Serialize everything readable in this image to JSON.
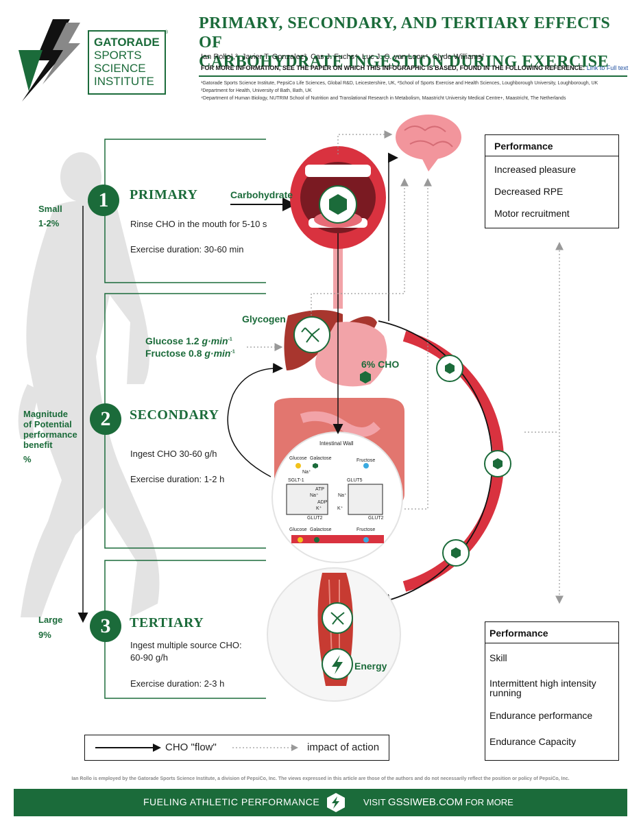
{
  "header": {
    "logo_lines": [
      "GATORADE",
      "SPORTS",
      "SCIENCE",
      "INSTITUTE"
    ],
    "logo_mark": "®",
    "title_line1": "PRIMARY, SECONDARY, AND TERTIARY EFFECTS OF",
    "title_line2": "CARBOHYDRATE INGESTION DURING EXERCISE",
    "authors": "Ian Rollo¹,², Javier T. Gonzalez³, Cas J. Fuchs⁴, Luc J. C. van Loon⁴, Clyde Williams²",
    "more_info": "FOR MORE INFORMATION, SEE THE PAPER ON WHICH THIS INFOGRAPHIC IS BASED, FOUND IN THE FOLLOWING REFERENCE:",
    "link_text": "Link to Full text",
    "affiliations": [
      "¹Gatorade Sports Science Institute, PepsiCo Life Sciences, Global R&D, Leicestershire, UK, ²School of Sports Exercise and Health Sciences, Loughborough University, Loughborough, UK",
      "³Department for Health, University of Bath, Bath, UK",
      "⁴Department of Human Biology, NUTRIM School of Nutrition and Translational Research in Metabolism, Maastricht University Medical Centre+, Maastricht, The Netherlands"
    ]
  },
  "side": {
    "small_label": "Small",
    "small_value": "1-2%",
    "magnitude_label": [
      "Magnitude",
      "of Potential",
      "performance",
      "benefit"
    ],
    "magnitude_unit": "%",
    "large_label": "Large",
    "large_value": "9%"
  },
  "stages": [
    {
      "number": "1",
      "title": "PRIMARY",
      "lines": [
        "Rinse CHO in the mouth for 5-10 s",
        "Exercise duration: 30-60 min"
      ]
    },
    {
      "number": "2",
      "title": "SECONDARY",
      "lines": [
        "Ingest CHO 30-60 g/h",
        "Exercise duration: 1-2 h"
      ]
    },
    {
      "number": "3",
      "title": "TERTIARY",
      "lines": [
        "Ingest multiple source CHO:",
        "60-90 g/h",
        "Exercise duration: 2-3 h"
      ]
    }
  ],
  "diagram": {
    "carbohydrate": "Carbohydrate",
    "glycogen": "Glycogen",
    "glucose_rate": "Glucose 1.2",
    "fructose_rate": "Fructose 0.8",
    "rate_unit": "g·min",
    "rate_exp": "-1",
    "cho_6": "6% CHO",
    "energy": "Energy",
    "intestinal_wall": "Intestinal Wall",
    "glucose": "Glucose",
    "galactose": "Galactose",
    "fructose": "Fructose",
    "na_plus": "Na⁺",
    "k_plus": "K⁺",
    "sglt1": "SGLT-1",
    "glut2": "GLUT2",
    "glut5": "GLUT5",
    "atp": "ATP",
    "adp": "ADP"
  },
  "performance_top": {
    "heading": "Performance",
    "items": [
      "Increased pleasure",
      "Decreased RPE",
      "Motor recruitment"
    ]
  },
  "performance_bottom": {
    "heading": "Performance",
    "items": [
      "Skill",
      "Intermittent high intensity running",
      "Endurance performance",
      "Endurance Capacity"
    ]
  },
  "legend": {
    "flow_label": "CHO \"flow\"",
    "impact_label": "impact of action"
  },
  "footer": {
    "disclaimer": "Ian Rollo is employed by the Gatorade Sports Science Institute, a division of PepsiCo, Inc. The views expressed in this article are those of the authors and do not necessarily reflect the position or policy of PepsiCo, Inc.",
    "tagline": "FUELING ATHLETIC PERFORMANCE",
    "visit": "VISIT",
    "site": "GSSIWEB.COM",
    "for_more": "FOR MORE"
  },
  "colors": {
    "brand_green": "#1b6b3a",
    "organ_red": "#d9323f",
    "tract_pink": "#f2a3a8"
  }
}
